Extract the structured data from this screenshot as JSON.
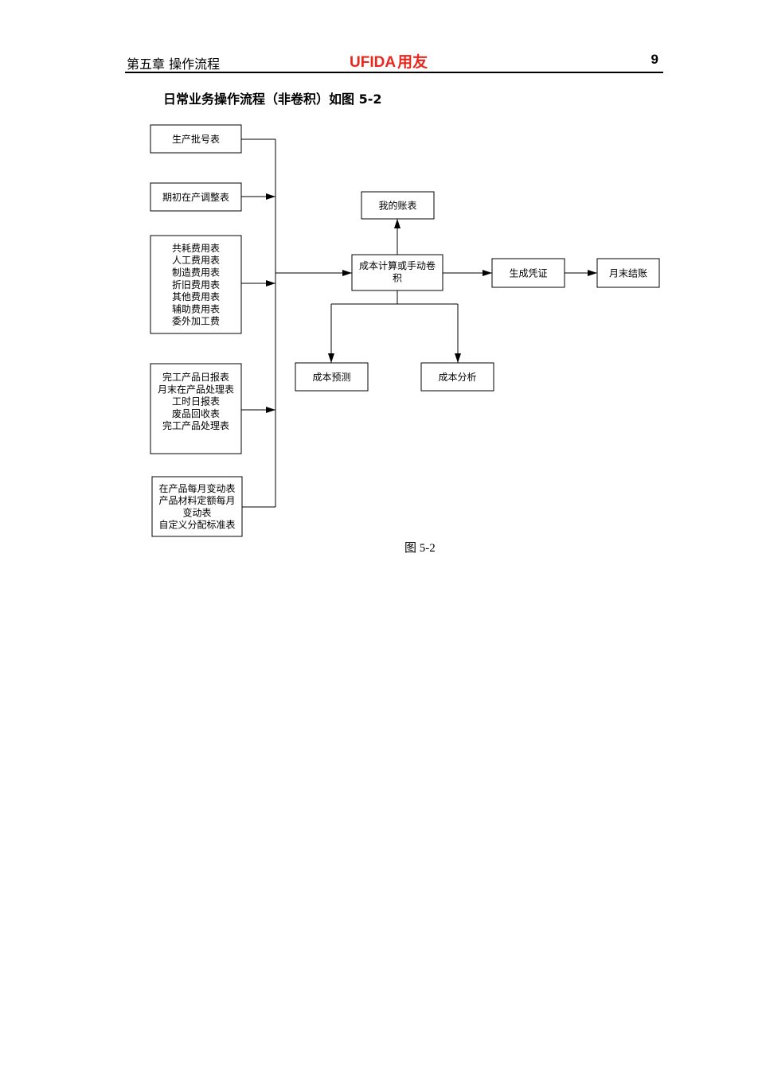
{
  "header": {
    "chapter": "第五章   操作流程",
    "logo_brand": "UFIDA",
    "logo_cn": "用友",
    "page_number": "9"
  },
  "section_title": "日常业务操作流程（非卷积）如图 5-2",
  "diagram": {
    "nodes": {
      "batch": [
        "生产批号表"
      ],
      "initial": [
        "期初在产调整表"
      ],
      "expenses": [
        "共耗费用表",
        "人工费用表",
        "制造费用表",
        "折旧费用表",
        "其他费用表",
        "辅助费用表",
        "委外加工费"
      ],
      "completion": [
        "完工产品日报表",
        "月末在产品处理表",
        "工时日报表",
        "废品回收表",
        "完工产品处理表"
      ],
      "monthly": [
        "在产品每月变动表",
        "产品材料定额每月",
        "变动表",
        "自定义分配标准表"
      ],
      "calc": [
        "成本计算或手动卷",
        "积"
      ],
      "myreport": [
        "我的账表"
      ],
      "voucher": [
        "生成凭证"
      ],
      "closing": [
        "月末结账"
      ],
      "forecast": [
        "成本预测"
      ],
      "analysis": [
        "成本分析"
      ]
    },
    "edges": [
      {
        "from": "batch",
        "to": "calc"
      },
      {
        "from": "initial",
        "to": "calc"
      },
      {
        "from": "expenses",
        "to": "calc"
      },
      {
        "from": "completion",
        "to": "calc"
      },
      {
        "from": "monthly",
        "to": "calc"
      },
      {
        "from": "calc",
        "to": "myreport"
      },
      {
        "from": "calc",
        "to": "voucher"
      },
      {
        "from": "voucher",
        "to": "closing"
      },
      {
        "from": "calc",
        "to": "forecast"
      },
      {
        "from": "calc",
        "to": "analysis"
      }
    ]
  },
  "caption": "图 5-2"
}
